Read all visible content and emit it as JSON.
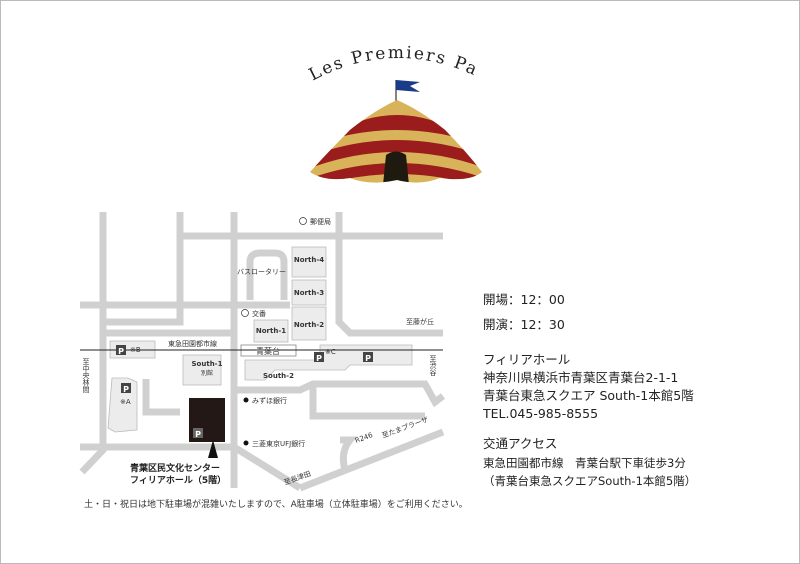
{
  "title": "Les Premiers Pas",
  "map": {
    "post_office": "郵便局",
    "bus_rotary": "バスロータリー",
    "police_box": "交番",
    "rail_line": "東急田園都市線",
    "station": "青葉台",
    "north_buildings": [
      "North-4",
      "North-3",
      "North-2",
      "North-1"
    ],
    "south1": "South-1",
    "south1_annex": "別館",
    "south2": "South-2",
    "parking_symbol": "P",
    "parking_b": "※B",
    "parking_a": "※A",
    "parking_c": "※C",
    "to_fujigaoka": "至藤が丘",
    "to_chuorinkan": "至中央林間",
    "to_shibuya": "至渋谷",
    "mizuho": "みずほ銀行",
    "mufg": "三菱東京UFJ銀行",
    "r246": "R246",
    "to_tamaplaza": "至たまプラーザ",
    "to_nagatsuta": "至長津田",
    "venue_line1": "青葉区民文化センター",
    "venue_line2": "フィリアホール（5階）"
  },
  "note": "土・日・祝日は地下駐車場が混雑いたしますので、A駐車場（立体駐車場）をご利用ください。",
  "info": {
    "open": "開場：12：00",
    "start": "開演：12：30",
    "hall": "フィリアホール",
    "address1": "神奈川県横浜市青葉区青葉台2-1-1",
    "address2": "青葉台東急スクエア South-1本館5階",
    "tel": "TEL.045-985-8555",
    "access_heading": "交通アクセス",
    "access1": "東急田園都市線　青葉台駅下車徒歩3分",
    "access2": "（青葉台東急スクエアSouth-1本館5階）"
  },
  "colors": {
    "road": "#d0d0d0",
    "building": "#ececec",
    "venue": "#231815",
    "flag": "#1a3a8a",
    "tent_red": "#9b1c1c",
    "tent_gold": "#d9b35a"
  }
}
